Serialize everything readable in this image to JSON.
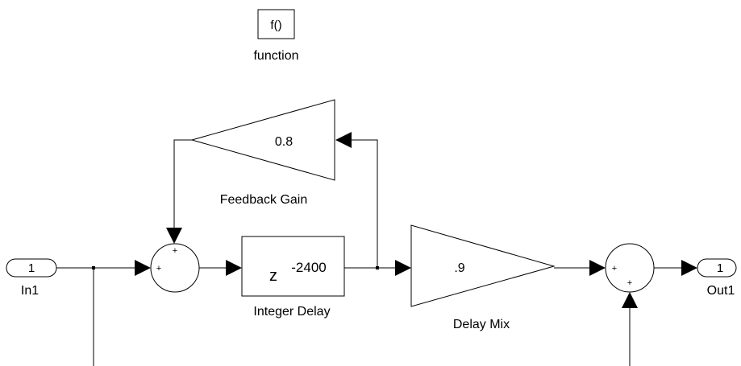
{
  "function_block": {
    "symbol": "f()",
    "label": "function"
  },
  "feedback_gain": {
    "value": "0.8",
    "label": "Feedback Gain"
  },
  "inport": {
    "number": "1",
    "label": "In1"
  },
  "sum1": {
    "sign_top": "+",
    "sign_left": "+"
  },
  "integer_delay": {
    "base": "z",
    "exponent": "-2400",
    "label": "Integer Delay"
  },
  "delay_mix": {
    "value": ".9",
    "label": "Delay Mix"
  },
  "sum2": {
    "sign_left": "+",
    "sign_bottom": "+"
  },
  "outport": {
    "number": "1",
    "label": "Out1"
  }
}
